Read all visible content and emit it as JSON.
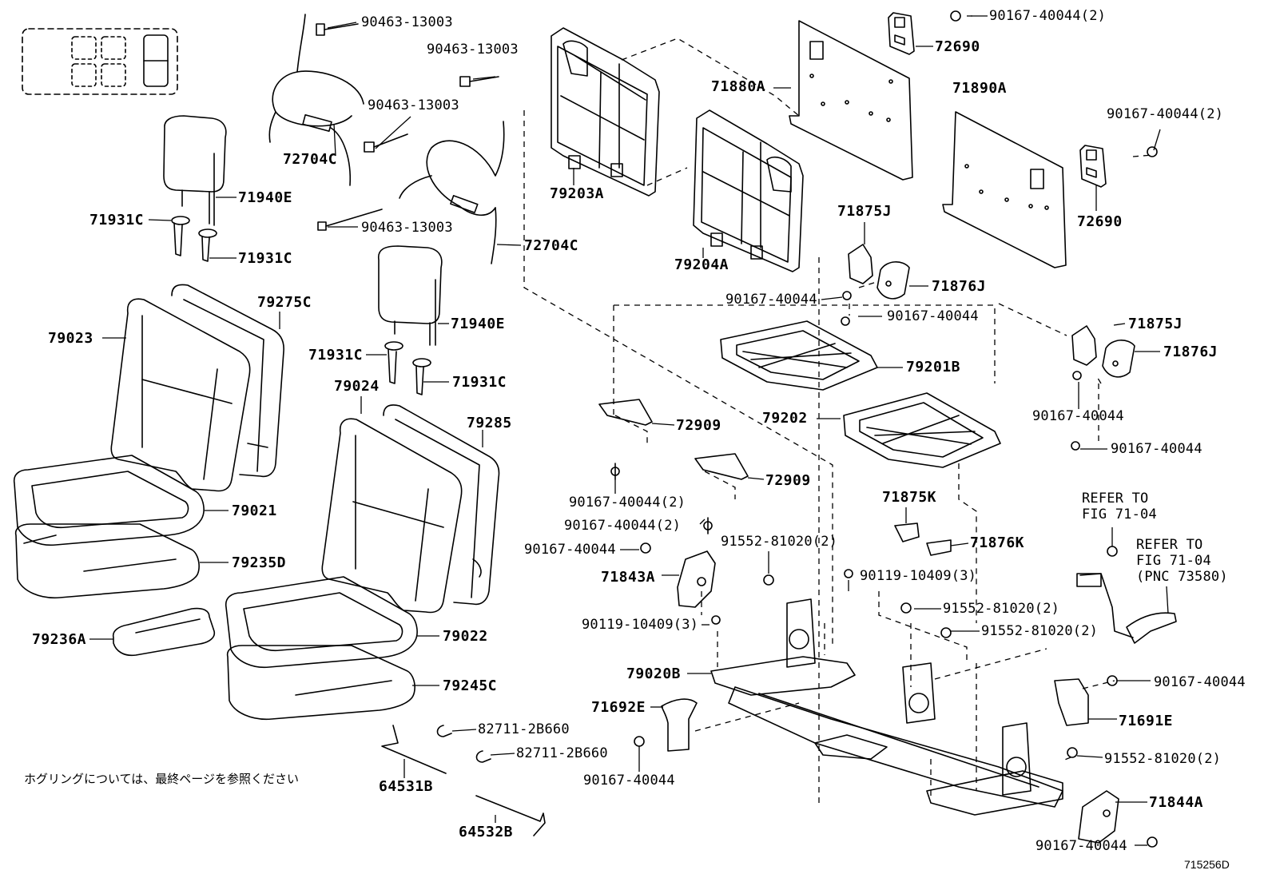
{
  "labels": {
    "p90463_a": "90463-13003",
    "p90463_b": "90463-13003",
    "p90463_c": "90463-13003",
    "p90463_d": "90463-13003",
    "p72704c_a": "72704C",
    "p72704c_b": "72704C",
    "p79203a": "79203A",
    "p79204a": "79204A",
    "p71880a": "71880A",
    "p72690_a": "72690",
    "p72690_b": "72690",
    "p90167_2_a": "90167-40044(2)",
    "p90167_2_b": "90167-40044(2)",
    "p71890a": "71890A",
    "p71940e_a": "71940E",
    "p71940e_b": "71940E",
    "p71931c_a": "71931C",
    "p71931c_b": "71931C",
    "p71931c_c": "71931C",
    "p71931c_d": "71931C",
    "p79275c": "79275C",
    "p79023": "79023",
    "p79024": "79024",
    "p79285": "79285",
    "p79021": "79021",
    "p79235d": "79235D",
    "p79236a": "79236A",
    "p79022": "79022",
    "p79245c": "79245C",
    "p71875j_a": "71875J",
    "p71876j_a": "71876J",
    "p71875j_b": "71875J",
    "p71876j_b": "71876J",
    "p90167_a": "90167-40044",
    "p90167_b": "90167-40044",
    "p90167_c": "90167-40044",
    "p90167_d": "90167-40044",
    "p90167_e": "90167-40044",
    "p90167_f": "90167-40044",
    "p90167_g": "90167-40044",
    "p90167_h": "90167-40044",
    "p79201b": "79201B",
    "p79202": "79202",
    "p72909_a": "72909",
    "p72909_b": "72909",
    "p90167_2_c": "90167-40044(2)",
    "p90167_2_d": "90167-40044(2)",
    "p71875k": "71875K",
    "p71876k": "71876K",
    "p91552_2_a": "91552-81020(2)",
    "p91552_2_b": "91552-81020(2)",
    "p91552_2_c": "91552-81020(2)",
    "p91552_2_d": "91552-81020(2)",
    "p90119_3_a": "90119-10409(3)",
    "p90119_3_b": "90119-10409(3)",
    "p71843a": "71843A",
    "p79020b": "79020B",
    "p71692e": "71692E",
    "p71691e": "71691E",
    "p71844a": "71844A",
    "p82711_a": "82711-2B660",
    "p82711_b": "82711-2B660",
    "p64531b": "64531B",
    "p64532b": "64532B"
  },
  "refer1": {
    "line1": "REFER TO",
    "line2": "FIG 71-04"
  },
  "refer2": {
    "line1": "REFER TO",
    "line2": "FIG 71-04",
    "line3": "(PNC 73580)"
  },
  "note_jp": "ホグリングについては、最終ページを参照ください",
  "figure_code": "715256D"
}
